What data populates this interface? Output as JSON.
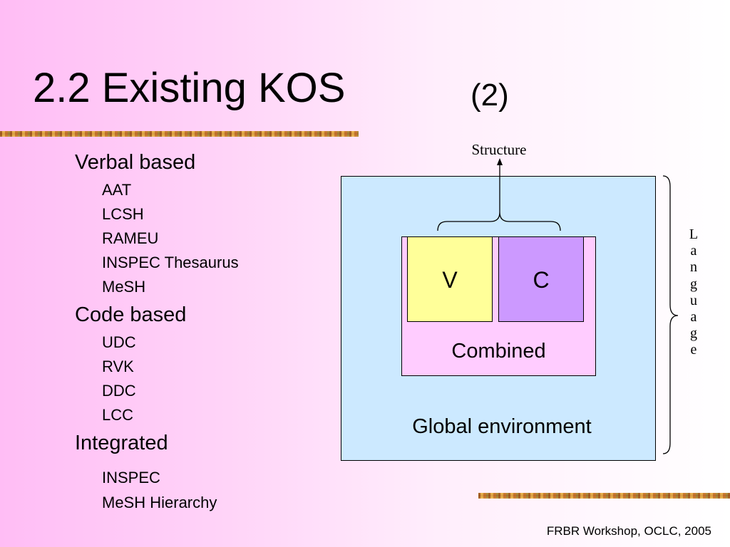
{
  "slide": {
    "title": "2.2 Existing KOS",
    "title_number": "(2)",
    "footer": "FRBR Workshop, OCLC, 2005"
  },
  "outline": {
    "verbal": {
      "heading": "Verbal based",
      "items": [
        "AAT",
        "LCSH",
        "RAMEU",
        "INSPEC Thesaurus",
        "MeSH"
      ]
    },
    "code": {
      "heading": "Code based",
      "items": [
        "UDC",
        "RVK",
        "DDC",
        "LCC"
      ]
    },
    "integrated": {
      "heading": "Integrated",
      "items": [
        "INSPEC",
        "MeSH Hierarchy"
      ]
    }
  },
  "diagram": {
    "structure_label": "Structure",
    "language_label": "Language",
    "v_label": "V",
    "c_label": "C",
    "combined_label": "Combined",
    "global_label": "Global environment",
    "colors": {
      "global": "#cce9ff",
      "combined": "#ffccff",
      "verbal": "#ffff99",
      "code": "#cc99ff"
    }
  }
}
